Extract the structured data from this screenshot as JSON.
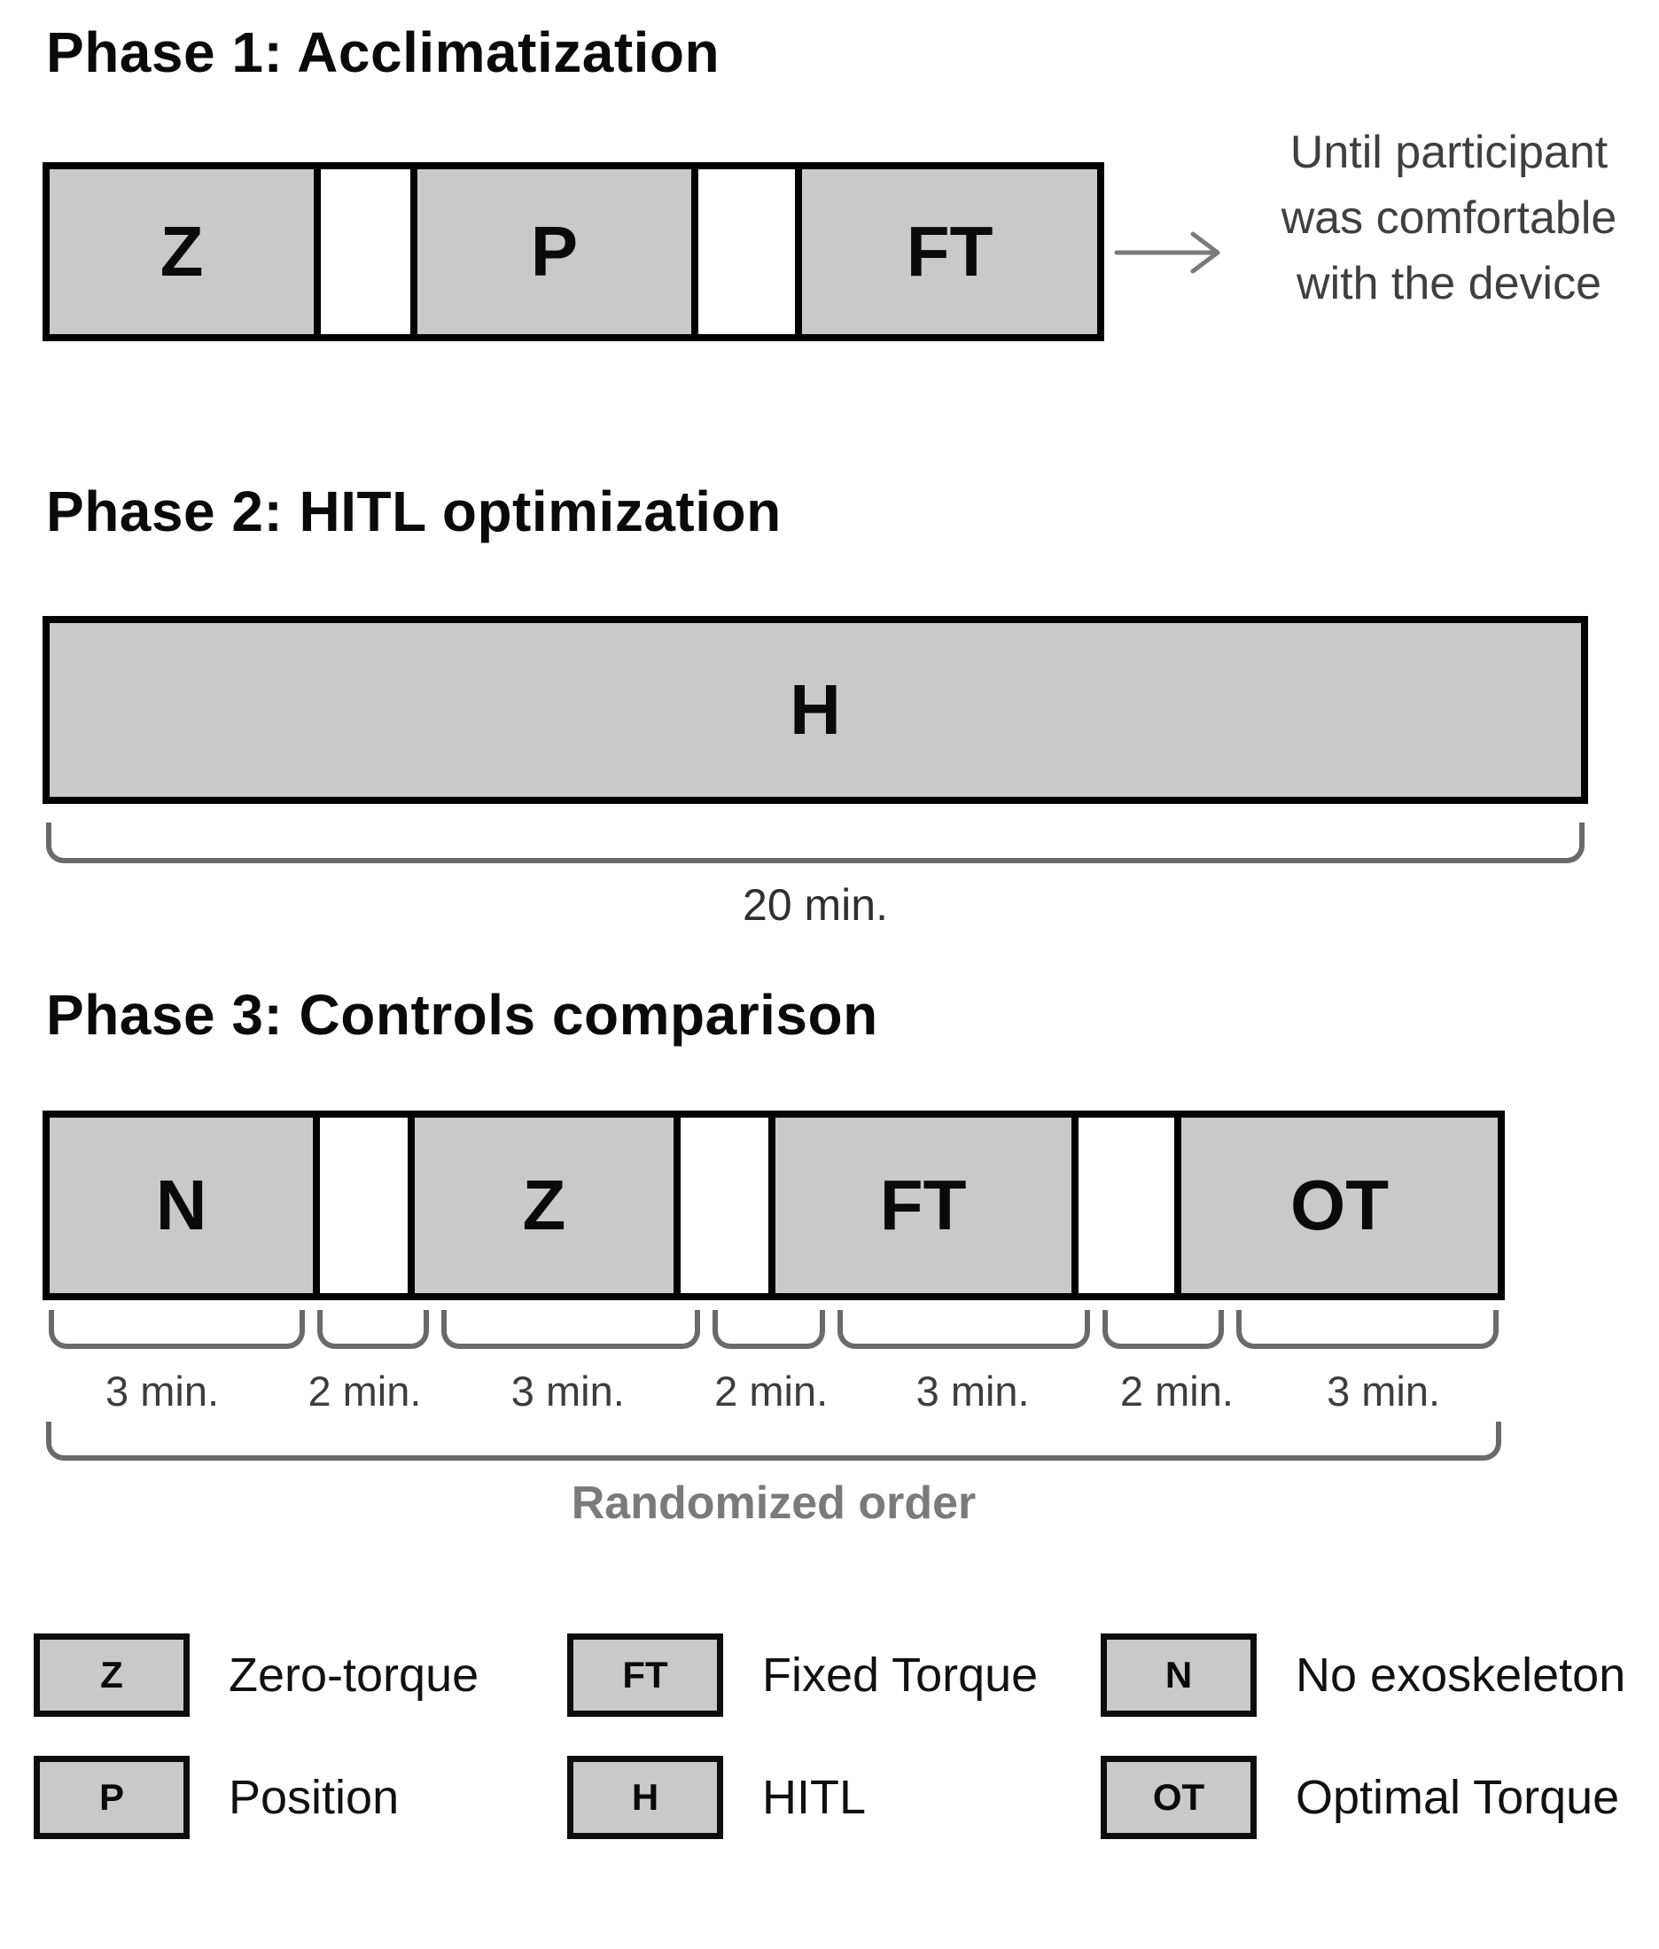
{
  "phase1": {
    "title": "Phase 1: Acclimatization",
    "cells": [
      {
        "label": "Z"
      },
      {
        "label": ""
      },
      {
        "label": "P"
      },
      {
        "label": ""
      },
      {
        "label": "FT"
      }
    ],
    "note_lines": [
      "Until participant",
      "was comfortable",
      "with the device"
    ]
  },
  "phase2": {
    "title": "Phase 2: HITL optimization",
    "cell_label": "H",
    "duration": "20 min."
  },
  "phase3": {
    "title": "Phase 3: Controls comparison",
    "cells": [
      {
        "label": "N"
      },
      {
        "label": ""
      },
      {
        "label": "Z"
      },
      {
        "label": ""
      },
      {
        "label": "FT"
      },
      {
        "label": ""
      },
      {
        "label": "OT"
      }
    ],
    "durations": [
      "3 min.",
      "2 min.",
      "3 min.",
      "2 min.",
      "3 min.",
      "2 min.",
      "3 min."
    ],
    "bracket_label": "Randomized order"
  },
  "legend": {
    "items": [
      {
        "key": "Z",
        "label": "Zero-torque"
      },
      {
        "key": "FT",
        "label": "Fixed Torque"
      },
      {
        "key": "N",
        "label": "No exoskeleton"
      },
      {
        "key": "P",
        "label": "Position"
      },
      {
        "key": "H",
        "label": "HITL"
      },
      {
        "key": "OT",
        "label": "Optimal Torque"
      }
    ]
  },
  "colors": {
    "box_fill": "#c9c9c9",
    "border": "#000000",
    "bracket": "#6a6a6a",
    "note_text": "#3f3f3f",
    "bracket_label_text": "#7a7a7a",
    "arrow": "#7a7a7a"
  }
}
